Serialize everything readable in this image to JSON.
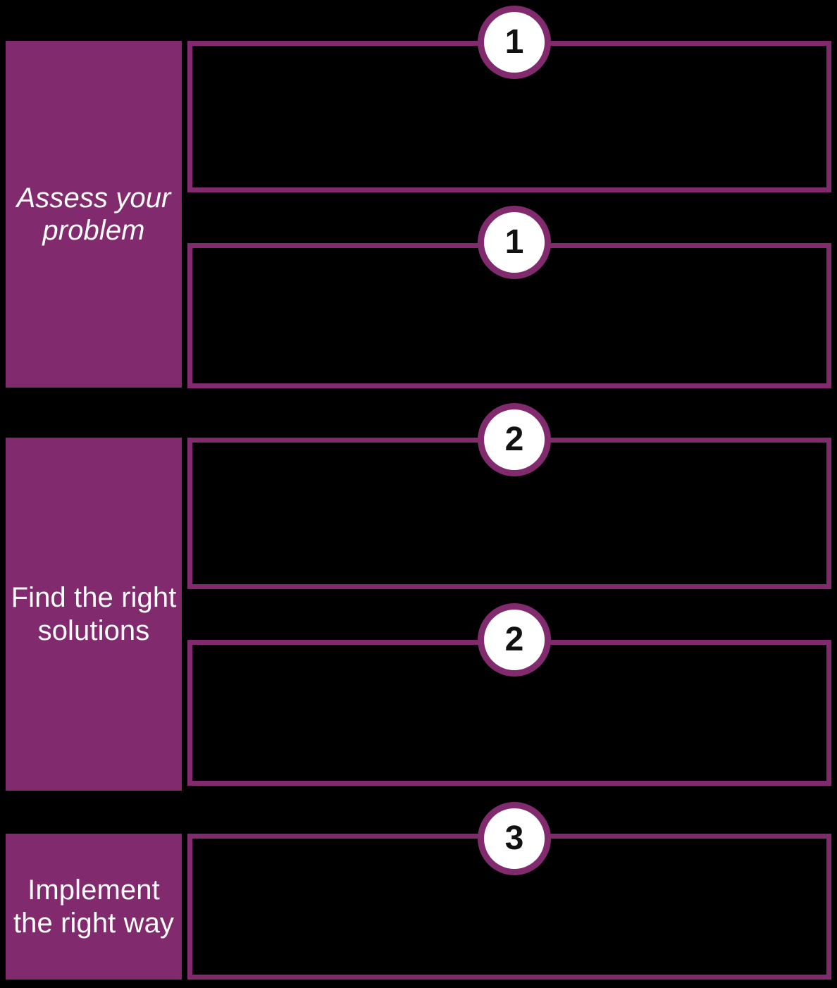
{
  "theme": {
    "background": "#000000",
    "accent_purple": "#822A6E",
    "label_text_color": "#FFFFFF",
    "circle_fill": "#FFFFFF",
    "circle_number_color": "#111111"
  },
  "diagram": {
    "type": "three-stage-process",
    "stages": [
      {
        "id": "stage-assess",
        "label": "Assess your problem",
        "italic": true,
        "steps": [
          {
            "number": "1",
            "content": ""
          },
          {
            "number": "1",
            "content": ""
          }
        ]
      },
      {
        "id": "stage-find",
        "label": "Find the right solutions",
        "italic": false,
        "steps": [
          {
            "number": "2",
            "content": ""
          },
          {
            "number": "2",
            "content": ""
          }
        ]
      },
      {
        "id": "stage-implement",
        "label": "Implement the right way",
        "italic": false,
        "steps": [
          {
            "number": "3",
            "content": ""
          }
        ]
      }
    ]
  }
}
